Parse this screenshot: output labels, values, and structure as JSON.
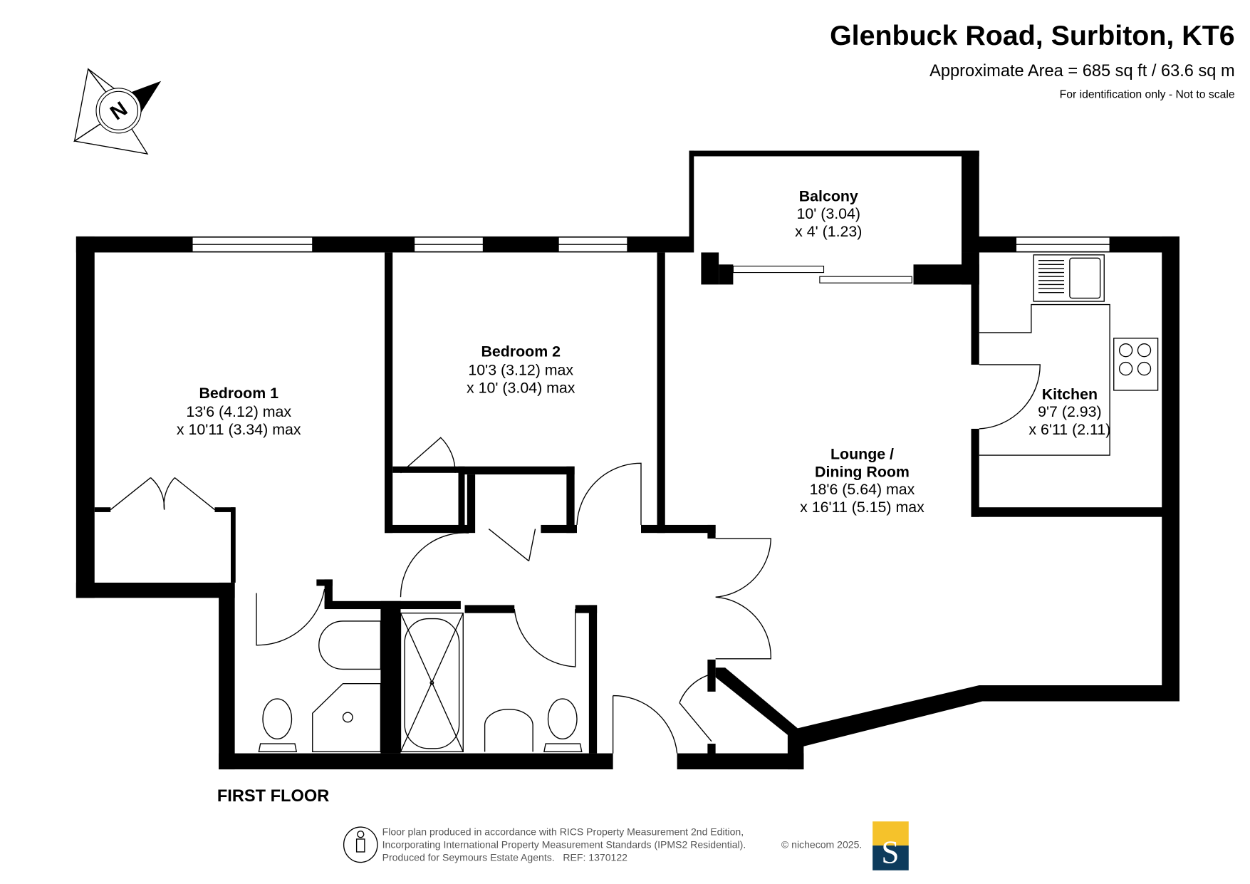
{
  "header": {
    "title": "Glenbuck Road, Surbiton, KT6",
    "area": "Approximate Area = 685 sq ft / 63.6 sq m",
    "disclaimer": "For identification only - Not to scale"
  },
  "compass": {
    "label": "N"
  },
  "rooms": {
    "balcony": {
      "name": "Balcony",
      "dim1": "10' (3.04)",
      "dim2": "x 4' (1.23)"
    },
    "bedroom2": {
      "name": "Bedroom 2",
      "dim1": "10'3 (3.12) max",
      "dim2": "x 10' (3.04) max"
    },
    "bedroom1": {
      "name": "Bedroom 1",
      "dim1": "13'6 (4.12) max",
      "dim2": "x 10'11 (3.34) max"
    },
    "kitchen": {
      "name": "Kitchen",
      "dim1": "9'7 (2.93)",
      "dim2": "x 6'11 (2.11)"
    },
    "lounge": {
      "name1": "Lounge /",
      "name2": "Dining Room",
      "dim1": "18'6 (5.64) max",
      "dim2": "x 16'11 (5.15) max"
    }
  },
  "floor_label": "FIRST FLOOR",
  "footer": {
    "line1": "Floor plan produced in accordance with RICS Property Measurement 2nd Edition,",
    "line2": "Incorporating International Property Measurement Standards (IPMS2 Residential).",
    "copyright": "© nichecom 2025.",
    "line3": "Produced for Seymours Estate Agents.   REF: 1370122",
    "logo_letter": "S",
    "logo_colors": {
      "top": "#f5c22b",
      "bottom": "#0d3b5c"
    }
  }
}
